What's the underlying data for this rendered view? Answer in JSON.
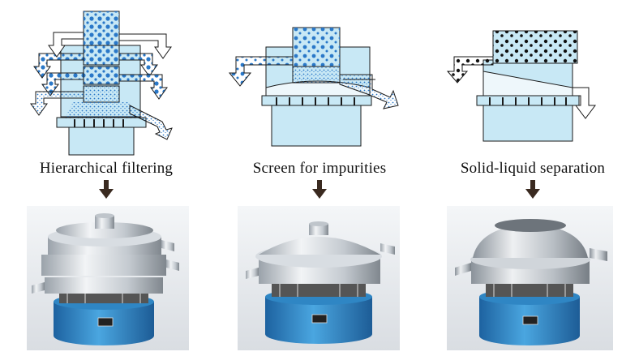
{
  "panels": [
    {
      "caption": "Hierarchical filtering",
      "diagram_icon": "multi-deck-screen-diagram",
      "photo_icon": "three-deck-vibrating-sieve"
    },
    {
      "caption": "Screen for impurities",
      "diagram_icon": "single-deck-screen-diagram",
      "photo_icon": "single-deck-vibrating-sieve"
    },
    {
      "caption": "Solid-liquid separation",
      "diagram_icon": "slurry-screen-diagram",
      "photo_icon": "slurry-vibrating-sieve"
    }
  ],
  "colors": {
    "machine_fill": "#c8e8f5",
    "outline": "#1a1a1a",
    "particle": "#2a78c8",
    "arrow_fill": "#ffffff",
    "caption_text": "#111111",
    "down_arrow": "#3a2a20",
    "motor_blue": "#2f86c4"
  }
}
